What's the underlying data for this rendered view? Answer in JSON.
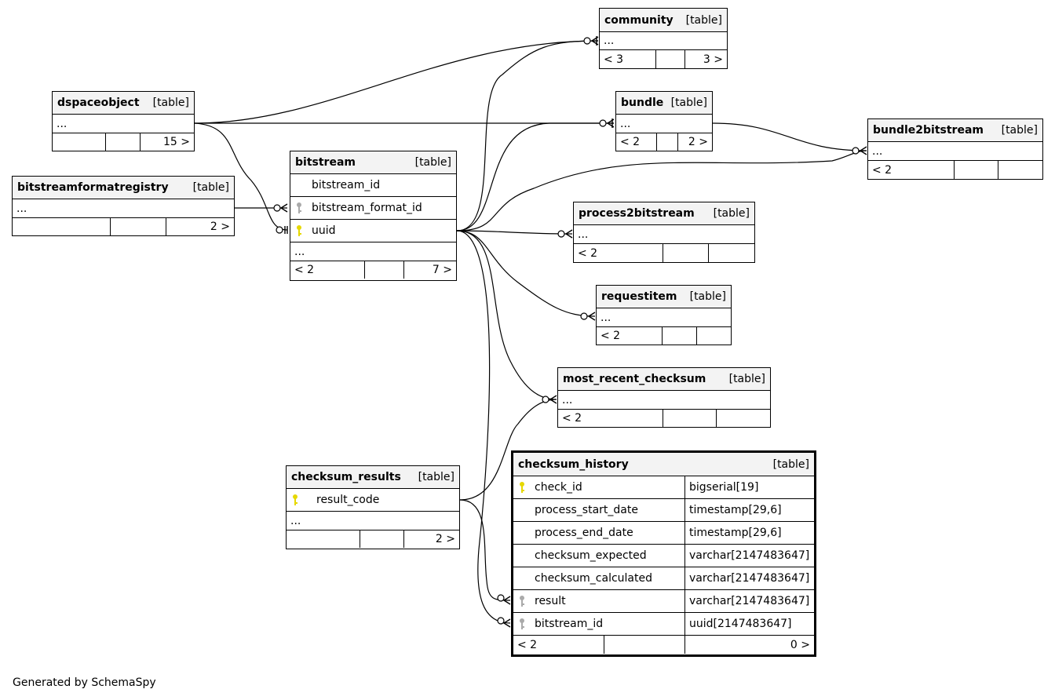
{
  "footer": "Generated by SchemaSpy",
  "kind_label": "[table]",
  "ellipsis": "...",
  "tables": {
    "community": {
      "name": "community",
      "nav": [
        "< 3",
        "",
        "3 >"
      ]
    },
    "dspaceobject": {
      "name": "dspaceobject",
      "nav": [
        "",
        "",
        "15 >"
      ]
    },
    "bundle": {
      "name": "bundle",
      "nav": [
        "< 2",
        "",
        "2 >"
      ]
    },
    "bundle2bitstream": {
      "name": "bundle2bitstream",
      "nav": [
        "< 2",
        "",
        ""
      ]
    },
    "bitstreamformatregistry": {
      "name": "bitstreamformatregistry",
      "nav": [
        "",
        "",
        "2 >"
      ]
    },
    "bitstream": {
      "name": "bitstream",
      "columns": [
        "bitstream_id",
        "bitstream_format_id",
        "uuid"
      ],
      "nav": [
        "< 2",
        "",
        "7 >"
      ]
    },
    "process2bitstream": {
      "name": "process2bitstream",
      "nav": [
        "< 2",
        "",
        ""
      ]
    },
    "requestitem": {
      "name": "requestitem",
      "nav": [
        "< 2",
        "",
        ""
      ]
    },
    "most_recent_checksum": {
      "name": "most_recent_checksum",
      "nav": [
        "< 2",
        "",
        ""
      ]
    },
    "checksum_results": {
      "name": "checksum_results",
      "columns": [
        "result_code"
      ],
      "nav": [
        "",
        "",
        "2 >"
      ]
    },
    "checksum_history": {
      "name": "checksum_history",
      "columns": [
        {
          "name": "check_id",
          "type": "bigserial[19]"
        },
        {
          "name": "process_start_date",
          "type": "timestamp[29,6]"
        },
        {
          "name": "process_end_date",
          "type": "timestamp[29,6]"
        },
        {
          "name": "checksum_expected",
          "type": "varchar[2147483647]"
        },
        {
          "name": "checksum_calculated",
          "type": "varchar[2147483647]"
        },
        {
          "name": "result",
          "type": "varchar[2147483647]"
        },
        {
          "name": "bitstream_id",
          "type": "uuid[2147483647]"
        }
      ],
      "nav": [
        "< 2",
        "",
        "0 >"
      ]
    }
  },
  "colors": {
    "primary_key": "#e6d800",
    "foreign_key": "#aaaaaa",
    "header_bg": "#f3f3f3"
  }
}
